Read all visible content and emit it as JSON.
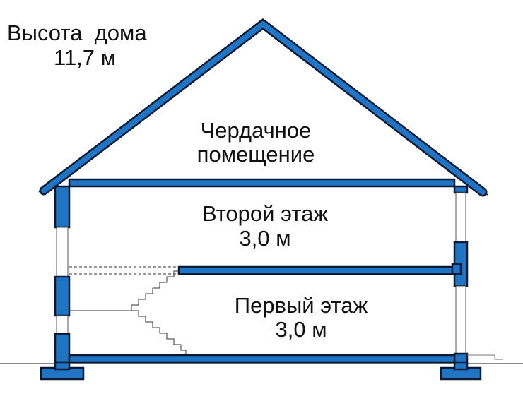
{
  "house_height": {
    "caption": "Высота  дома",
    "value": "11,7 м"
  },
  "rooms": {
    "attic": {
      "line1": "Чердачное",
      "line2": "помещение"
    },
    "second_floor": {
      "name": "Второй этаж",
      "height": "3,0 м"
    },
    "first_floor": {
      "name": "Первый этаж",
      "height": "3,0 м"
    }
  },
  "colors": {
    "structure": "#1f74c4",
    "outline": "#0b1a33",
    "window": "#ffffff"
  }
}
